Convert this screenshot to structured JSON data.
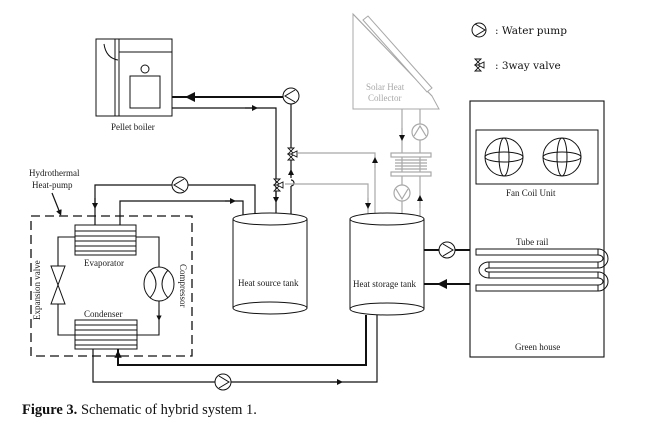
{
  "figure": {
    "caption_bold": "Figure 3.",
    "caption_text": " Schematic of hybrid system 1."
  },
  "legend": {
    "water_pump": ": Water pump",
    "three_way_valve": ": 3way valve"
  },
  "components": {
    "pellet_boiler": "Pellet boiler",
    "solar_collector_line1": "Solar Heat",
    "solar_collector_line2": "Collector",
    "heat_pump_line1": "Hydrothermal",
    "heat_pump_line2": "Heat-pump",
    "evaporator": "Evaporator",
    "condenser": "Condenser",
    "expansion_valve": "Expansion valve",
    "compressor": "Compressor",
    "heat_source_tank": "Heat source tank",
    "heat_storage_tank": "Heat storage tank",
    "fan_coil_unit": "Fan Coil Unit",
    "tube_rail": "Tube rail",
    "green_house": "Green house"
  },
  "colors": {
    "line": "#111111",
    "solar_loop": "#a8a8a8"
  }
}
